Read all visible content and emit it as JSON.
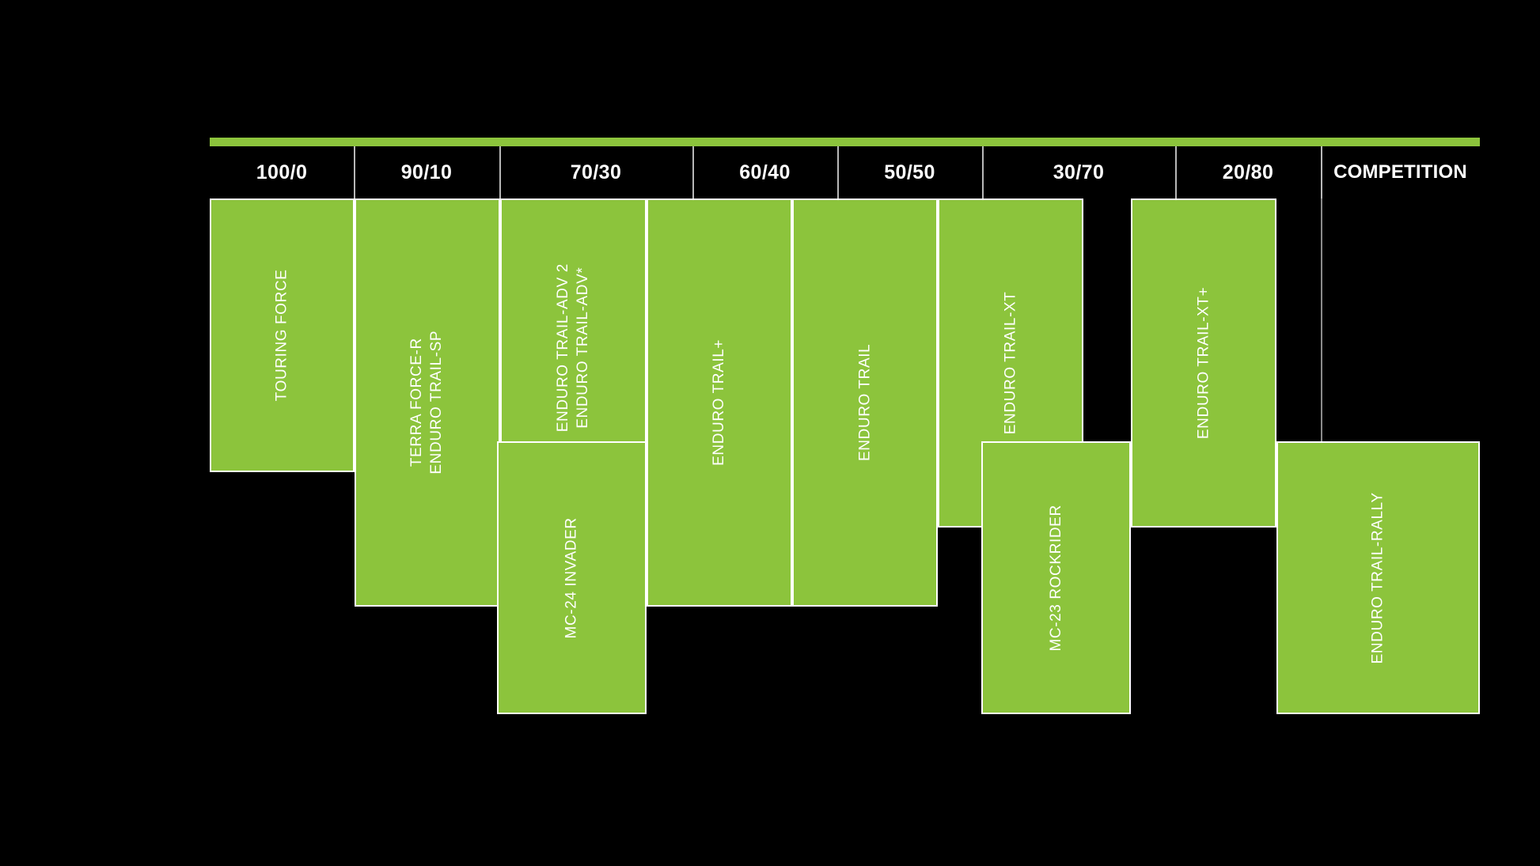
{
  "theme": {
    "background": "#000000",
    "accent_green": "#8cc43c",
    "text_white": "#ffffff",
    "divider_gray": "#b8b8b8"
  },
  "header": {
    "columns": [
      {
        "label": "100/0"
      },
      {
        "label": "90/10"
      },
      {
        "label": "70/30"
      },
      {
        "label": "60/40"
      },
      {
        "label": "50/50"
      },
      {
        "label": "30/70"
      },
      {
        "label": "20/80"
      },
      {
        "label": "COMPETITION"
      }
    ]
  },
  "chart_data": {
    "type": "bar",
    "title": "",
    "xlabel": "",
    "ylabel": "",
    "grid": false,
    "legend": "none",
    "categories": [
      "100/0",
      "90/10",
      "70/30",
      "60/40",
      "50/50",
      "30/70",
      "20/80",
      "COMPETITION"
    ],
    "orientation": "vertical-ranges",
    "note": "Each bar spans a vertical range within its on/off-road usage column; bars are floating ranges, not zero-based heights.",
    "bars": [
      {
        "column": "100/0",
        "labels": [
          "TOURING FORCE"
        ],
        "label_single": "TOURING FORCE",
        "start_pct": 0,
        "end_pct": 53
      },
      {
        "column": "90/10",
        "labels": [
          "TERRA FORCE-R",
          "ENDURO TRAIL-SP"
        ],
        "label_single": "TERRA FORCE-R / ENDURO TRAIL-SP",
        "start_pct": 0,
        "end_pct": 79
      },
      {
        "column": "70/30",
        "labels": [
          "ENDURO TRAIL-ADV 2",
          "ENDURO TRAIL-ADV*"
        ],
        "label_single": "ENDURO TRAIL-ADV 2 / ENDURO TRAIL-ADV*",
        "start_pct": 0,
        "end_pct": 58
      },
      {
        "column": "70/30",
        "labels": [
          "MC-24 INVADER"
        ],
        "label_single": "MC-24 INVADER",
        "start_pct": 47,
        "end_pct": 80
      },
      {
        "column": "60/40",
        "labels": [
          "ENDURO TRAIL+"
        ],
        "label_single": "ENDURO TRAIL+",
        "start_pct": 0,
        "end_pct": 79
      },
      {
        "column": "50/50",
        "labels": [
          "ENDURO TRAIL"
        ],
        "label_single": "ENDURO TRAIL",
        "start_pct": 0,
        "end_pct": 79
      },
      {
        "column": "30/70",
        "labels": [
          "ENDURO TRAIL-XT"
        ],
        "label_single": "ENDURO TRAIL-XT",
        "start_pct": 0,
        "end_pct": 64
      },
      {
        "column": "30/70",
        "labels": [
          "MC-23 ROCKRIDER"
        ],
        "label_single": "MC-23 ROCKRIDER",
        "start_pct": 47,
        "end_pct": 80
      },
      {
        "column": "20/80",
        "labels": [
          "ENDURO TRAIL-XT+"
        ],
        "label_single": "ENDURO TRAIL-XT+",
        "start_pct": 0,
        "end_pct": 64
      },
      {
        "column": "COMPETITION",
        "labels": [
          "ENDURO TRAIL-RALLY"
        ],
        "label_single": "ENDURO TRAIL-RALLY",
        "start_pct": 47,
        "end_pct": 80
      }
    ]
  }
}
